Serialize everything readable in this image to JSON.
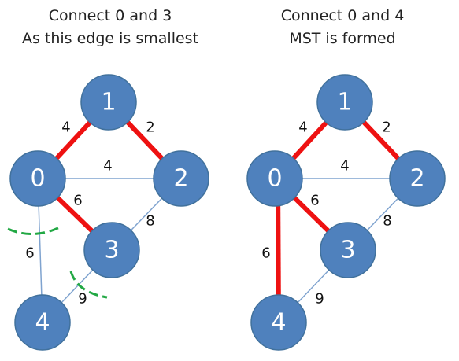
{
  "panels": [
    {
      "caption_line1": "Connect 0 and 3",
      "caption_line2": "As this edge is smallest",
      "nodes": [
        "1",
        "0",
        "2",
        "3",
        "4"
      ],
      "weights": {
        "e01": "4",
        "e12": "2",
        "e02": "4",
        "e03": "6",
        "e23": "8",
        "e04": "6",
        "e34": "9"
      },
      "mst_edges": [
        "0-1",
        "1-2",
        "0-3"
      ],
      "cut_edges": [
        "0-4",
        "3-4"
      ]
    },
    {
      "caption_line1": "Connect 0 and 4",
      "caption_line2": "MST is formed",
      "nodes": [
        "1",
        "0",
        "2",
        "3",
        "4"
      ],
      "weights": {
        "e01": "4",
        "e12": "2",
        "e02": "4",
        "e03": "6",
        "e23": "8",
        "e04": "6",
        "e34": "9"
      },
      "mst_edges": [
        "0-1",
        "1-2",
        "0-3",
        "0-4"
      ],
      "cut_edges": []
    }
  ],
  "colors": {
    "node_fill": "#4f81bd",
    "mst_edge": "#ee1111",
    "other_edge": "#7fa3cf",
    "cut_mark": "#22a844"
  }
}
